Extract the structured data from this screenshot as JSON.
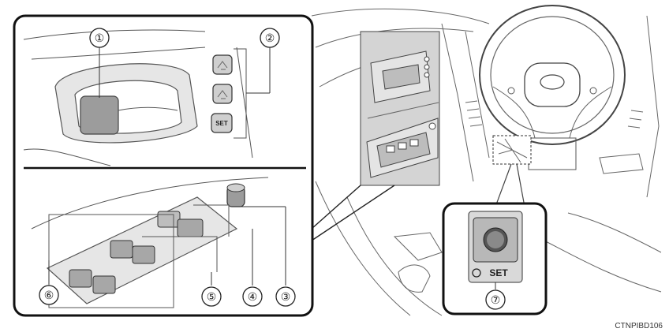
{
  "callouts": [
    {
      "id": "1",
      "label": "①"
    },
    {
      "id": "2",
      "label": "②"
    },
    {
      "id": "3",
      "label": "③"
    },
    {
      "id": "4",
      "label": "④"
    },
    {
      "id": "5",
      "label": "⑤"
    },
    {
      "id": "6",
      "label": "⑥"
    },
    {
      "id": "7",
      "label": "⑦"
    }
  ],
  "button_labels": {
    "memory_set": "SET",
    "set_switch": "SET"
  },
  "figure_code": "CTNPIBD106"
}
